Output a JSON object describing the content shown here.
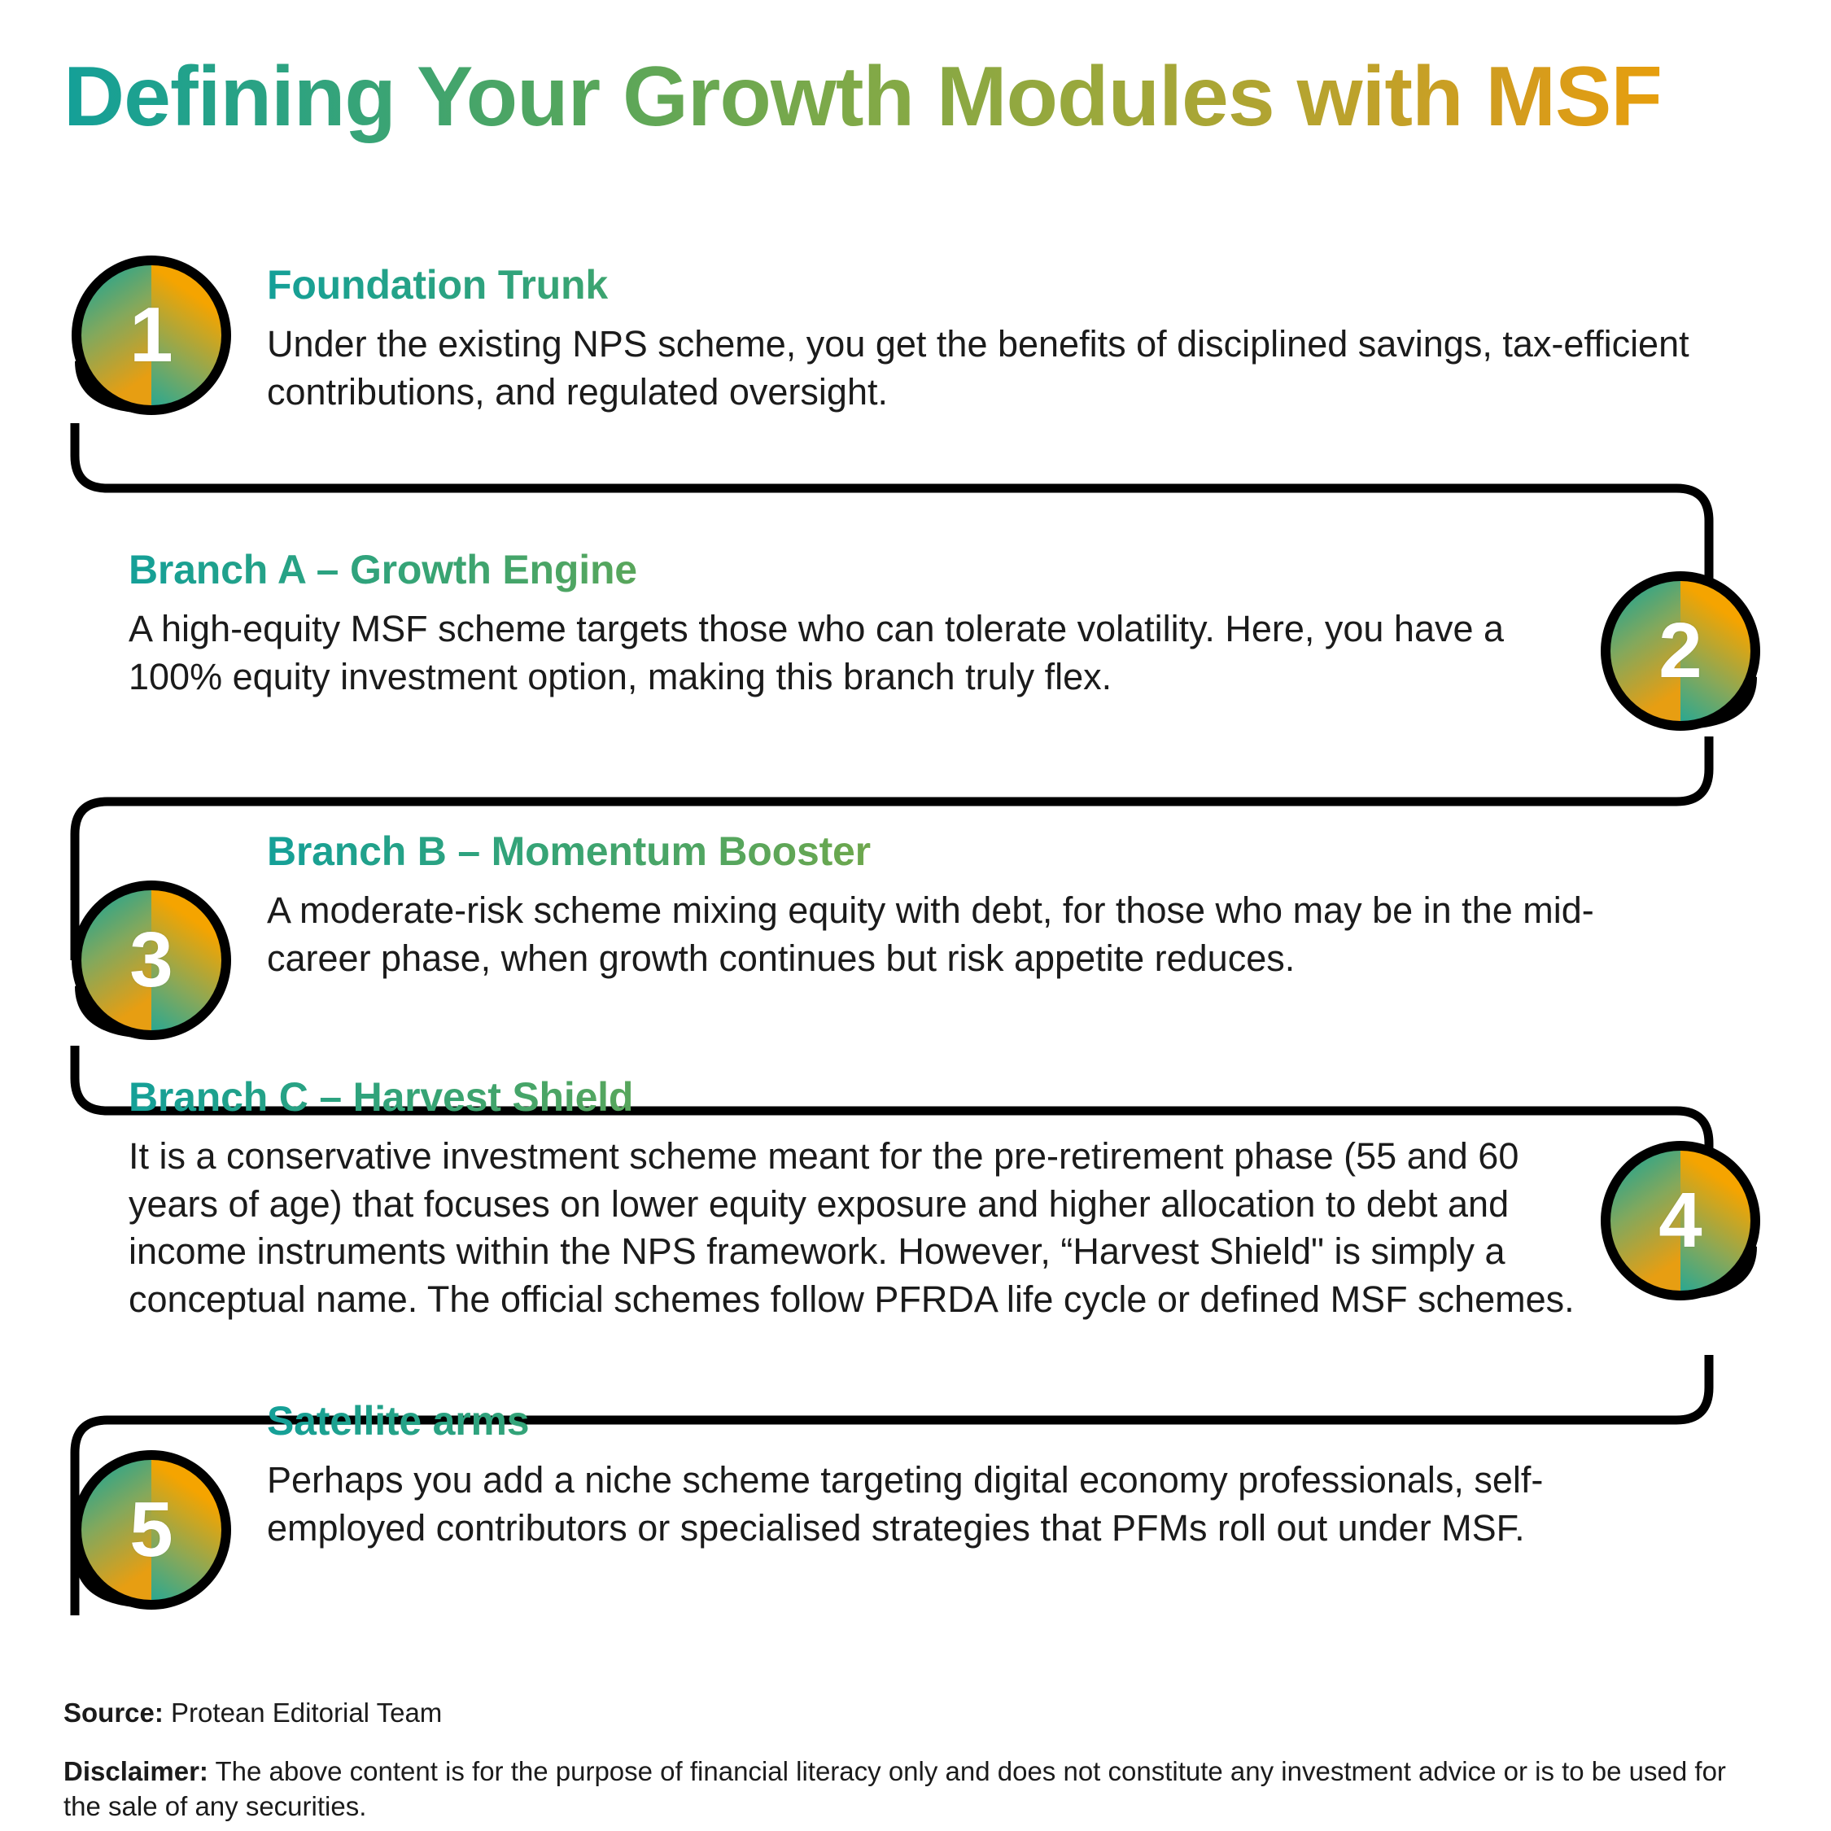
{
  "title": "Defining Your Growth Modules with MSF",
  "colors": {
    "teal": "#0FA39A",
    "gold": "#F5A400",
    "outline": "#000000",
    "body_text": "#1B1B1B",
    "background": "#FFFFFF"
  },
  "steps": [
    {
      "number": "1",
      "heading": "Foundation Trunk",
      "body": "Under the existing NPS scheme, you get the benefits of disciplined savings, tax-efficient contributions, and regulated oversight.",
      "side": "left"
    },
    {
      "number": "2",
      "heading": "Branch A – Growth Engine",
      "body": "A high-equity MSF scheme targets those who can tolerate volatility. Here, you have a 100% equity investment option, making this branch truly flex.",
      "side": "right"
    },
    {
      "number": "3",
      "heading": "Branch B – Momentum Booster",
      "body": "A moderate-risk scheme mixing equity with debt, for those who may be in the mid-career phase, when growth continues but risk appetite reduces.",
      "side": "left"
    },
    {
      "number": "4",
      "heading": "Branch C – Harvest Shield",
      "body": "It is a conservative investment scheme meant for the pre-retirement phase (55 and 60 years of age) that focuses on lower equity exposure and higher allocation to debt and income instruments within the NPS framework. However, “Harvest Shield\" is simply a conceptual name. The official schemes follow PFRDA life cycle or defined MSF schemes.",
      "side": "right"
    },
    {
      "number": "5",
      "heading": "Satellite arms",
      "body": "Perhaps you add a niche scheme targeting digital economy professionals, self-employed contributors or specialised strategies that PFMs roll out under MSF.",
      "side": "left"
    }
  ],
  "footer": {
    "source_label": "Source:",
    "source_value": " Protean Editorial Team",
    "disclaimer_label": "Disclaimer:",
    "disclaimer_value": " The above content is for the purpose of financial literacy only and does not constitute any investment advice or is to be used for the sale of any securities."
  }
}
